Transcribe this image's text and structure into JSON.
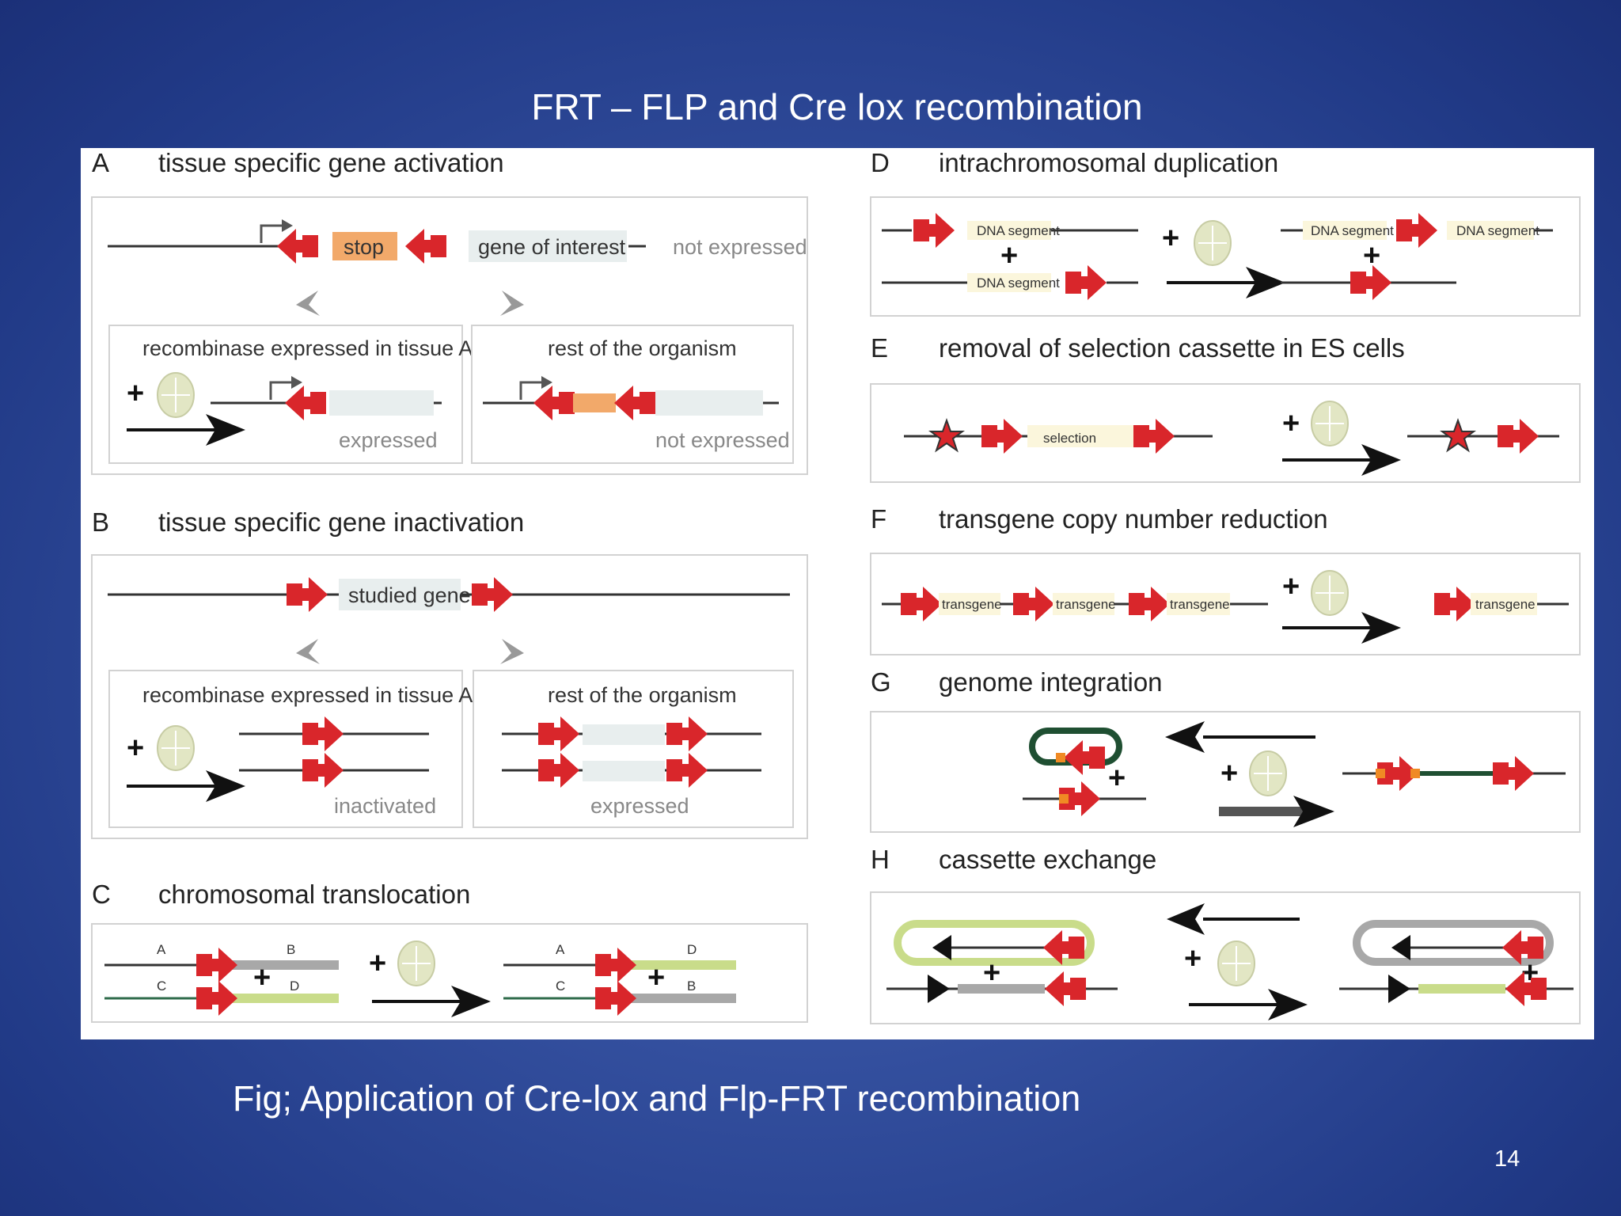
{
  "slide": {
    "title": "FRT – FLP and Cre lox recombination",
    "caption": "Fig; Application of Cre-lox and Flp-FRT recombination",
    "page_number": "14"
  },
  "panels": {
    "A": {
      "letter": "A",
      "title": "tissue specific gene activation",
      "stop": "stop",
      "gene": "gene of interest",
      "status": "not expressed",
      "left_box": {
        "title": "recombinase expressed in tissue A",
        "status": "expressed"
      },
      "right_box": {
        "title": "rest of the organism",
        "status": "not expressed"
      }
    },
    "B": {
      "letter": "B",
      "title": "tissue specific gene inactivation",
      "gene": "studied gene",
      "left_box": {
        "title": "recombinase expressed in tissue A",
        "status": "inactivated"
      },
      "right_box": {
        "title": "rest of the organism",
        "status": "expressed"
      }
    },
    "C": {
      "letter": "C",
      "title": "chromosomal translocation",
      "labels_before": [
        "A",
        "B",
        "C",
        "D"
      ],
      "labels_after": [
        "A",
        "D",
        "C",
        "B"
      ]
    },
    "D": {
      "letter": "D",
      "title": "intrachromosomal duplication",
      "segment": "DNA segment"
    },
    "E": {
      "letter": "E",
      "title": "removal of selection cassette in ES cells",
      "cassette": "selection"
    },
    "F": {
      "letter": "F",
      "title": "transgene copy number reduction",
      "transgene": "transgene"
    },
    "G": {
      "letter": "G",
      "title": "genome integration"
    },
    "H": {
      "letter": "H",
      "title": "cassette exchange"
    }
  },
  "symbols": {
    "plus": "+"
  },
  "colors": {
    "lox_site": "#d9262b",
    "stop_box": "#f2a96a",
    "gene_box": "#e8eeee",
    "segment_box": "#fbf6dc",
    "green_cassette": "#c9dc8a",
    "gray_cassette": "#a8a8a8",
    "recombinase": "#e2e6c4"
  },
  "icons": {
    "lox_site": "red-double-arrow-icon",
    "recombinase": "recombinase-enzyme-icon",
    "reaction": "reaction-arrow-icon",
    "promoter": "promoter-arrow-icon"
  }
}
